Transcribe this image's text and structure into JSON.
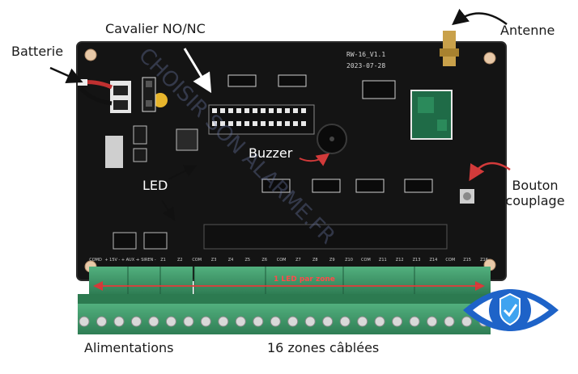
{
  "labels": {
    "batterie": "Batterie",
    "cavalier": "Cavalier NO/NC",
    "antenne": "Antenne",
    "led": "LED",
    "buzzer": "Buzzer",
    "bouton_line1": "Bouton",
    "bouton_line2": "couplage",
    "alimentations": "Alimentations",
    "zones": "16 zones câblées",
    "led_par_zone": "1 LED par zone"
  },
  "board": {
    "model": "RW-16_V1.1",
    "date": "2023-07-28",
    "terminal_labels": [
      "COMD",
      "+ 15V -",
      "+ AUX -",
      "+ SIREN -",
      "Z1",
      "Z2",
      "COM",
      "Z3",
      "Z4",
      "Z5",
      "Z6",
      "COM",
      "Z7",
      "Z8",
      "Z9",
      "Z10",
      "COM",
      "Z11",
      "Z12",
      "Z13",
      "Z14",
      "COM",
      "Z15",
      "Z16"
    ]
  },
  "watermark": "CHOISIR SON ALARME.FR",
  "colors": {
    "pcb": "#111111",
    "terminal_green": "#3f9a6a",
    "arrow_black": "#111111",
    "arrow_red": "#d23a3a",
    "logo_blue": "#1e63c8"
  }
}
